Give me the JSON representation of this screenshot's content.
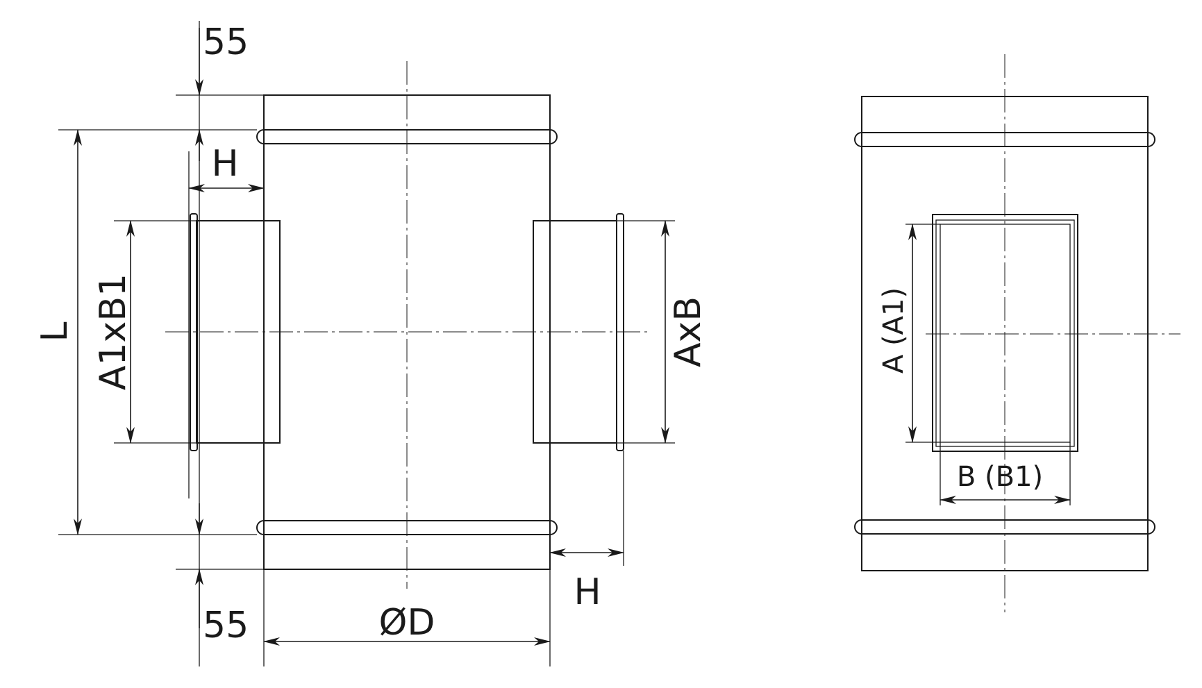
{
  "labels": {
    "top_offset": "55",
    "bottom_offset": "55",
    "left_branch_length": "H",
    "right_branch_length": "H",
    "length": "L",
    "left_size": "A1xB1",
    "right_size": "AxB",
    "diameter": "ØD",
    "side_height": "A (A1)",
    "side_width": "B (B1)"
  },
  "colors": {
    "line": "#1a1a1a",
    "background": "#ffffff"
  }
}
